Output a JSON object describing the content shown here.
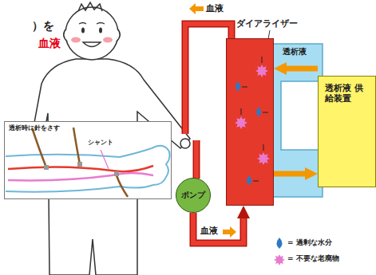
{
  "diagram": {
    "nodes": [
      {
        "text": [
          "ダイアライザー"
        ]
      },
      {
        "text": [
          "透析液 供給装置"
        ]
      },
      {
        "text": [
          "透析時に針をさす",
          "シャント"
        ]
      },
      {
        "text": [
          "ポンプ"
        ]
      }
    ],
    "edges": [
      {
        "from": 1,
        "to": 0,
        "arrow": "to"
      },
      {
        "from": 0,
        "to": 1,
        "arrow": "to"
      },
      {
        "from": 3,
        "to": 0,
        "arrow": "to",
        "label": "血液"
      }
    ],
    "labels": [
      "）を",
      "血液",
      "血液",
      "透析液"
    ],
    "legend": [
      {
        "text": "= 過剰な水分"
      },
      {
        "text": "= 不要な老廃物"
      }
    ]
  }
}
